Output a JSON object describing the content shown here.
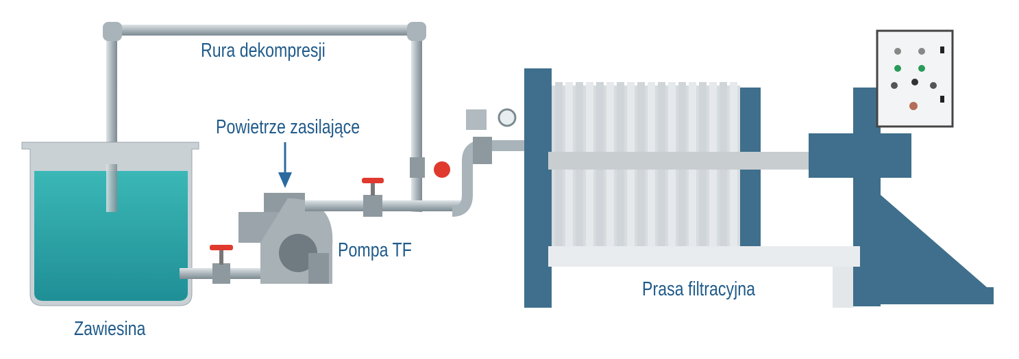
{
  "labels": {
    "decompression_pipe": "Rura dekompresji",
    "supply_air": "Powietrze zasilające",
    "pump": "Pompa TF",
    "filter_press": "Prasa filtracyjna",
    "slurry": "Zawiesina"
  },
  "colors": {
    "text": "#1f5a8a",
    "water": "#2aa5a8",
    "frame": "#3f6f8c",
    "pipe": "#b9c3c8",
    "valve": "#e03a2f"
  }
}
